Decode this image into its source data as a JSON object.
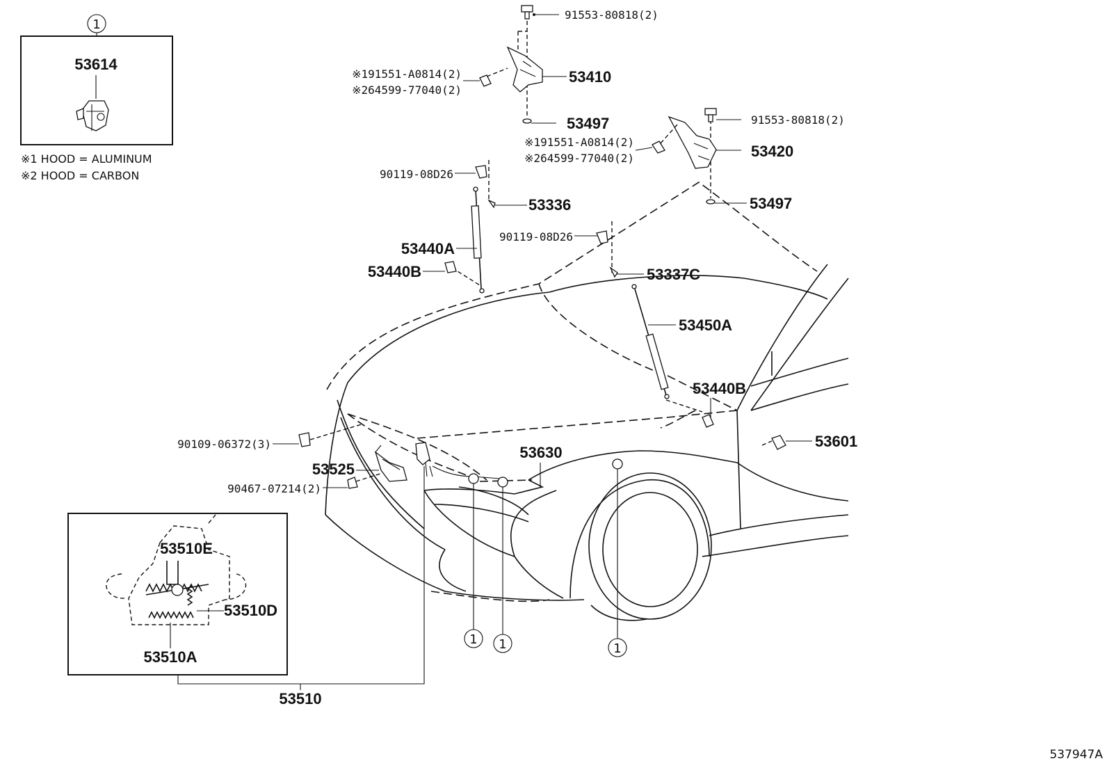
{
  "diagram": {
    "inset_top": {
      "callout": "1",
      "part": "53614"
    },
    "notes": {
      "note1": "※1 HOOD = ALUMINUM",
      "note2": "※2 HOOD = CARBON"
    },
    "labels": {
      "bolt_top1": "91553-80818(2)",
      "hinge_bolt_a1": "※191551-A0814(2)",
      "hinge_bolt_b1": "※264599-77040(2)",
      "hinge_l": "53410",
      "washer_1": "53497",
      "bolt_top2": "91553-80818(2)",
      "hinge_bolt_a2": "※191551-A0814(2)",
      "hinge_bolt_b2": "※264599-77040(2)",
      "hinge_r": "53420",
      "washer_2": "53497",
      "screw_1": "90119-08D26",
      "bracket_l": "53336",
      "screw_2": "90119-08D26",
      "strut_l": "53440A",
      "ball_l": "53440B",
      "bracket_r": "53337C",
      "strut_r": "53450A",
      "ball_r": "53440B",
      "bolt_front": "90109-06372(3)",
      "lock_support": "53525",
      "bolt_lock": "90467-07214(2)",
      "cable": "53630",
      "clip": "53601",
      "latch_e": "53510E",
      "latch_d": "53510D",
      "latch_a": "53510A",
      "latch": "53510"
    },
    "callouts": [
      "1",
      "1",
      "1"
    ],
    "drawing_number": "537947A"
  }
}
